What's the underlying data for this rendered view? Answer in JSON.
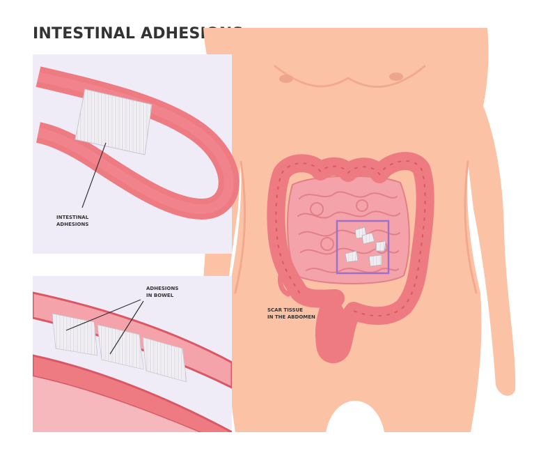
{
  "title": "INTESTINAL ADHESIONS",
  "labels": {
    "inset_top": [
      "INTESTINAL",
      "ADHESIONS"
    ],
    "inset_bottom": [
      "ADHESIONS",
      "IN BOWEL"
    ],
    "body": [
      "SCAR TISSUE",
      "IN THE ABDOMEN"
    ]
  },
  "colors": {
    "skin": "#FBC2A5",
    "skin_shadow": "#F2A98D",
    "intestine": "#EE7A82",
    "intestine_dark": "#D95864",
    "intestine_light": "#F4A3AA",
    "inset_bg": "#EFECF8",
    "scar_tissue": "#F4F3F6",
    "highlight_box": "#A070C8",
    "label_text": "#333333"
  }
}
